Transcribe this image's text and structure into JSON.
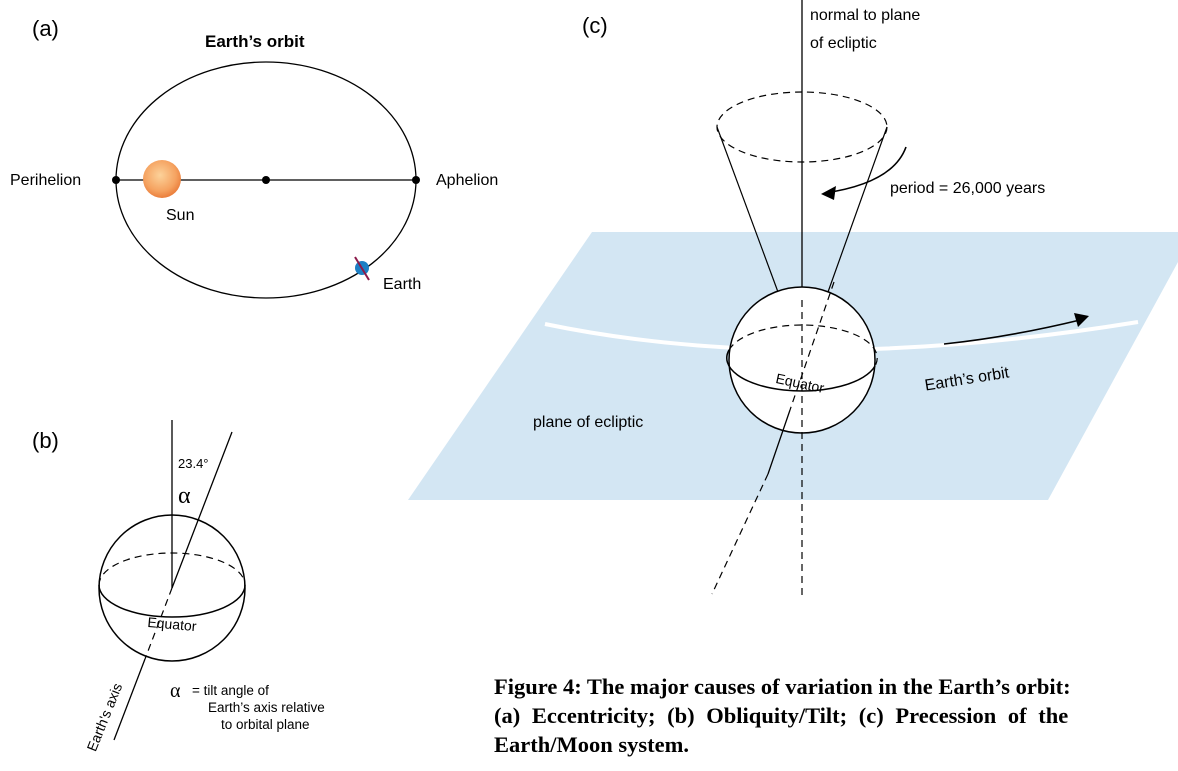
{
  "panel_a": {
    "label": "(a)",
    "title": "Earth’s orbit",
    "perihelion": "Perihelion",
    "aphelion": "Aphelion",
    "sun": "Sun",
    "earth": "Earth"
  },
  "panel_b": {
    "label": "(b)",
    "tilt_value": "23.4°",
    "alpha_symbol": "α",
    "equator": "Equator",
    "axis_label": "Earth's axis",
    "legend_symbol": "α",
    "legend_line1": "= tilt angle of",
    "legend_line2": "Earth’s axis relative",
    "legend_line3": "to orbital plane"
  },
  "panel_c": {
    "label": "(c)",
    "normal_line1": "normal to plane",
    "normal_line2": "of ecliptic",
    "period": "period = 26,000 years",
    "plane": "plane of ecliptic",
    "equator": "Equator",
    "orbit": "Earth’s orbit"
  },
  "caption": {
    "line1": "Figure 4: The major causes of variation in the Earth’s orbit:",
    "line2": "(a) Eccentricity; (b) Obliquity/Tilt; (c) Precession of the",
    "line3": "Earth/Moon system."
  },
  "colors": {
    "plane": "#d3e6f3",
    "sun_center": "#fbc27e",
    "sun_edge": "#ea7e3c",
    "earth": "#1c7fc4",
    "earth_axis": "#8b1a4a"
  }
}
